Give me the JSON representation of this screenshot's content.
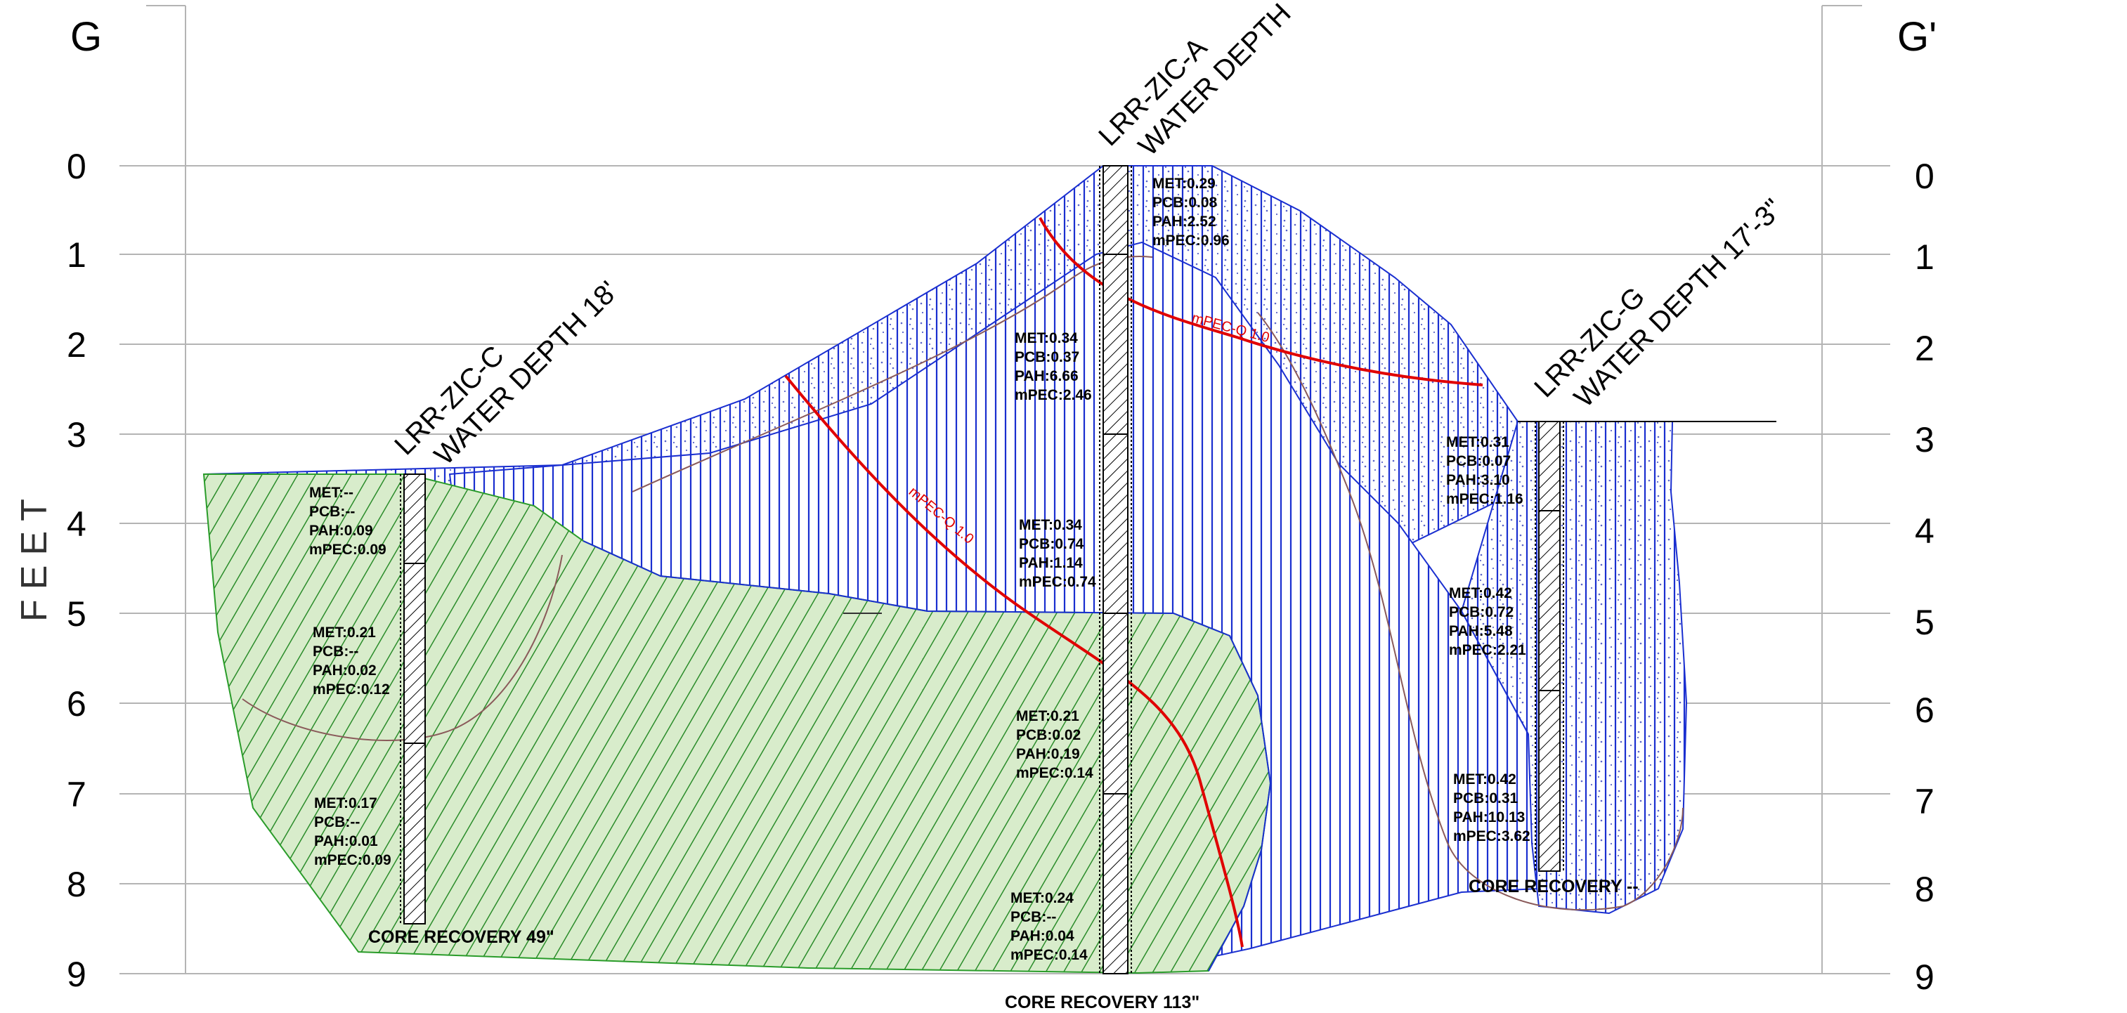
{
  "section": {
    "left_label": "G",
    "right_label": "G'",
    "axis_label": "FEET",
    "depth_ticks": [
      "0",
      "1",
      "2",
      "3",
      "4",
      "5",
      "6",
      "7",
      "8",
      "9"
    ]
  },
  "cores": [
    {
      "id": "LRR-ZIC-C",
      "water_depth": "WATER DEPTH 18'",
      "recovery": "CORE RECOVERY 49\"",
      "samples": [
        {
          "MET": "MET:--",
          "PCB": "PCB:--",
          "PAH": "PAH:0.09",
          "mPEC": "mPEC:0.09"
        },
        {
          "MET": "MET:0.21",
          "PCB": "PCB:--",
          "PAH": "PAH:0.02",
          "mPEC": "mPEC:0.12"
        },
        {
          "MET": "MET:0.17",
          "PCB": "PCB:--",
          "PAH": "PAH:0.01",
          "mPEC": "mPEC:0.09"
        }
      ]
    },
    {
      "id": "LRR-ZIC-A",
      "water_depth": "WATER DEPTH",
      "recovery": "CORE RECOVERY 113\"",
      "samples": [
        {
          "MET": "MET:0.29",
          "PCB": "PCB:0.08",
          "PAH": "PAH:2.52",
          "mPEC": "mPEC:0.96"
        },
        {
          "MET": "MET:0.34",
          "PCB": "PCB:0.37",
          "PAH": "PAH:6.66",
          "mPEC": "mPEC:2.46"
        },
        {
          "MET": "MET:0.34",
          "PCB": "PCB:0.74",
          "PAH": "PAH:1.14",
          "mPEC": "mPEC:0.74"
        },
        {
          "MET": "MET:0.21",
          "PCB": "PCB:0.02",
          "PAH": "PAH:0.19",
          "mPEC": "mPEC:0.14"
        },
        {
          "MET": "MET:0.24",
          "PCB": "PCB:--",
          "PAH": "PAH:0.04",
          "mPEC": "mPEC:0.14"
        }
      ]
    },
    {
      "id": "LRR-ZIC-G",
      "water_depth": "WATER DEPTH 17'-3\"",
      "recovery": "CORE RECOVERY --",
      "samples": [
        {
          "MET": "MET:0.31",
          "PCB": "PCB:0.07",
          "PAH": "PAH:3.10",
          "mPEC": "mPEC:1.16"
        },
        {
          "MET": "MET:0.42",
          "PCB": "PCB:0.72",
          "PAH": "PAH:5.48",
          "mPEC": "mPEC:2.21"
        },
        {
          "MET": "MET:0.42",
          "PCB": "PCB:0.31",
          "PAH": "PAH:10.13",
          "mPEC": "mPEC:3.62"
        }
      ]
    }
  ],
  "contours": [
    {
      "label": "mPEC-Q 1.0"
    },
    {
      "label": "mPEC-Q 1.0"
    }
  ],
  "colors": {
    "grid": "#b4b4b4",
    "vertical_hatch": "#1a2fd0",
    "diagonal_hatch_line": "#2a8c2a",
    "diagonal_hatch_fill": "#d8eccb",
    "contour": "#e00000",
    "outline": "#8a5a5a"
  }
}
